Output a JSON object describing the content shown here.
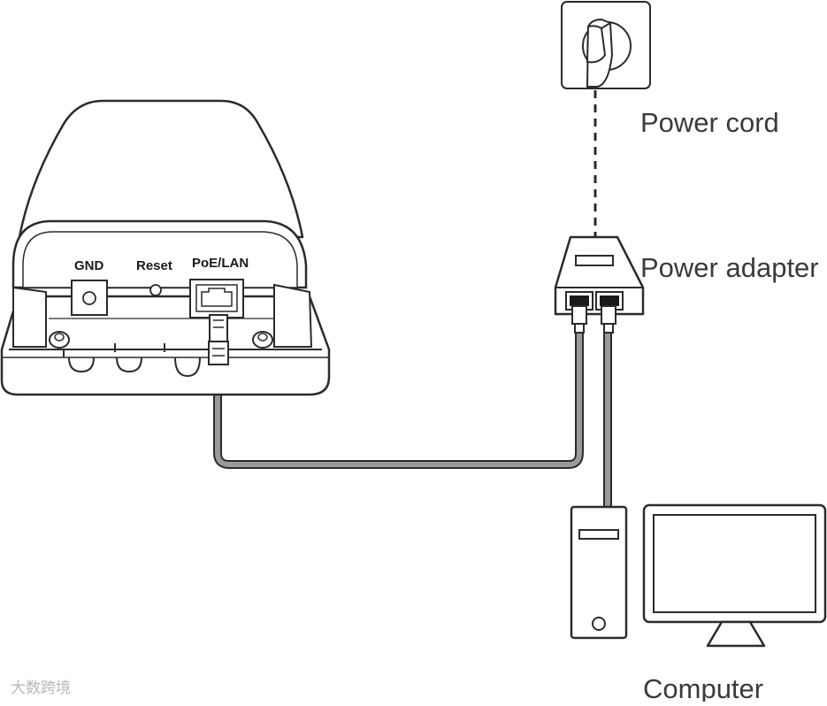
{
  "device_ports": {
    "gnd": "GND",
    "reset": "Reset",
    "poe_lan": "PoE/LAN"
  },
  "labels": {
    "power_cord": "Power cord",
    "power_adapter": "Power adapter",
    "computer": "Computer"
  },
  "watermark": "大数跨境",
  "colors": {
    "line": "#2b2b2b",
    "cable_fill": "#9a9a9a",
    "cable_stroke": "#2b2b2b"
  },
  "icons": [
    "access-point-device",
    "wall-outlet-icon",
    "poe-adapter-icon",
    "pc-tower-icon",
    "monitor-icon",
    "ethernet-plug-icon"
  ]
}
